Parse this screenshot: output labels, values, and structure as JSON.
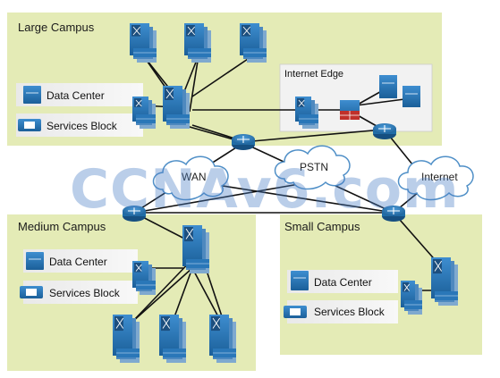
{
  "zones": {
    "large_campus": "Large Campus",
    "internet_edge": "Internet Edge",
    "medium_campus": "Medium Campus",
    "small_campus": "Small Campus"
  },
  "blocks": {
    "large_data_center": "Data Center",
    "large_services_block": "Services Block",
    "medium_data_center": "Data Center",
    "medium_services_block": "Services Block",
    "small_data_center": "Data Center",
    "small_services_block": "Services Block"
  },
  "clouds": {
    "wan": "WAN",
    "pstn": "PSTN",
    "internet": "Internet"
  },
  "watermark": "CCNAv6.com",
  "colors": {
    "zone_fill": "#e4ebb6",
    "edge_fill": "#f2f2f2",
    "device_blue": "#2a77b8",
    "router_blue": "#1f6ea8",
    "cloud_fill": "#ffffff",
    "cloud_stroke": "#4f8fc7",
    "firewall_red": "#c0302a"
  }
}
